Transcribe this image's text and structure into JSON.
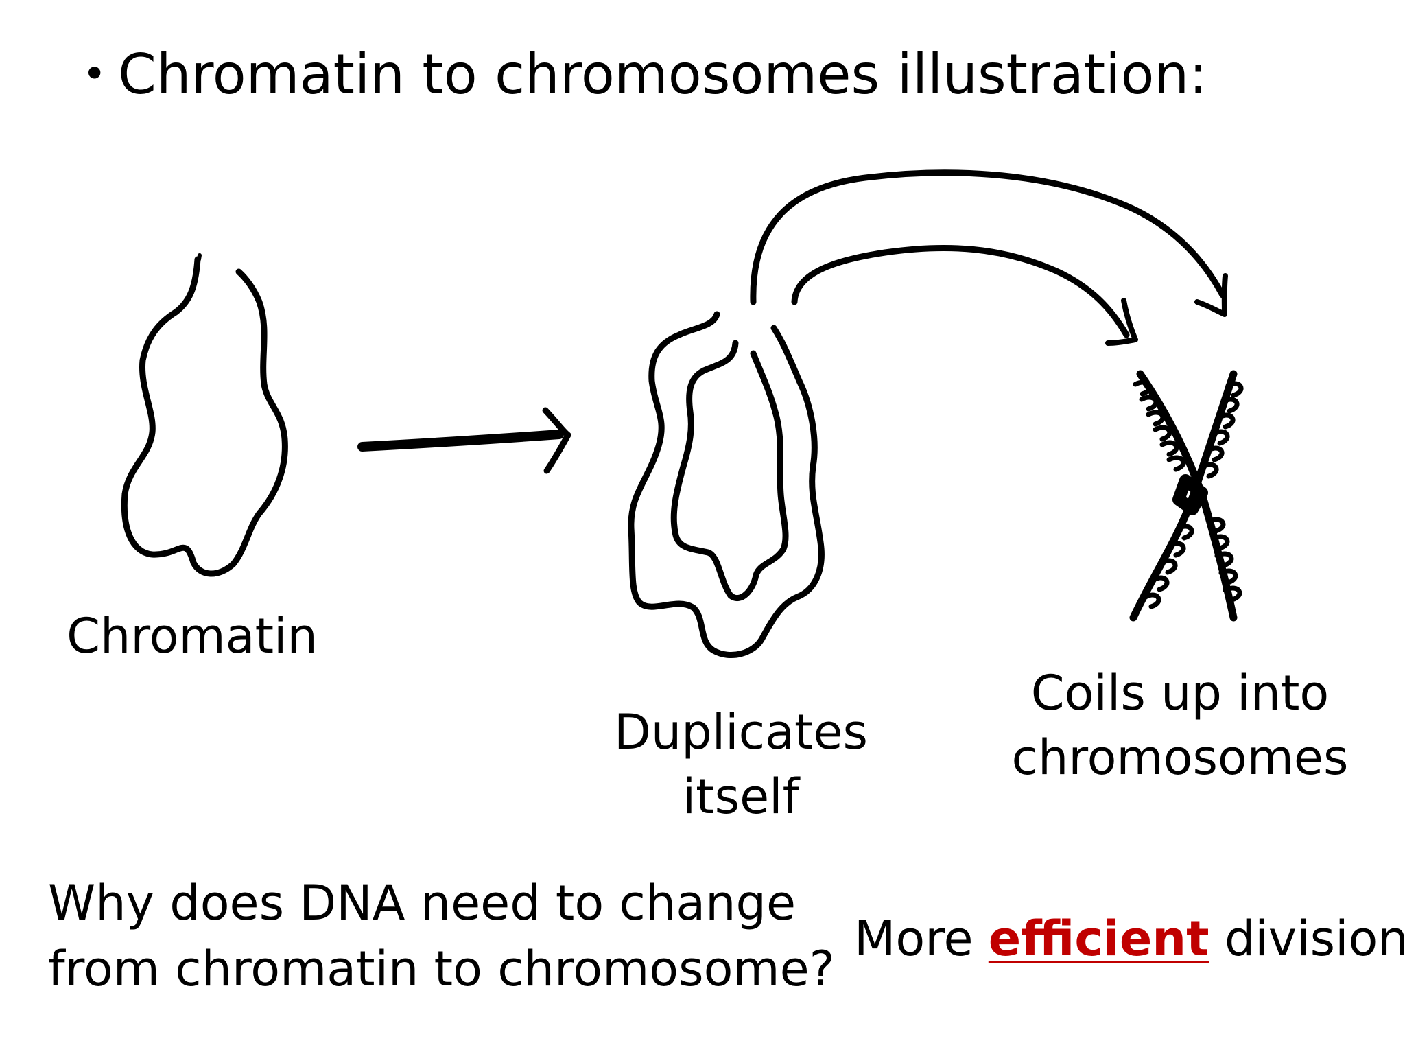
{
  "title": {
    "bullet": "•",
    "text": "Chromatin to chromosomes illustration:"
  },
  "labels": {
    "chromatin": "Chromatin",
    "duplicates_line1": "Duplicates",
    "duplicates_line2": "itself",
    "coils_line1": "Coils up into",
    "coils_line2": "chromosomes"
  },
  "question": {
    "line1": "Why does DNA need to change",
    "line2": "from chromatin to chromosome?"
  },
  "answer": {
    "before": "More",
    "keyword": "efficient",
    "after": "division"
  },
  "colors": {
    "keyword": "#c00000",
    "ink": "#000000",
    "background": "#ffffff"
  }
}
